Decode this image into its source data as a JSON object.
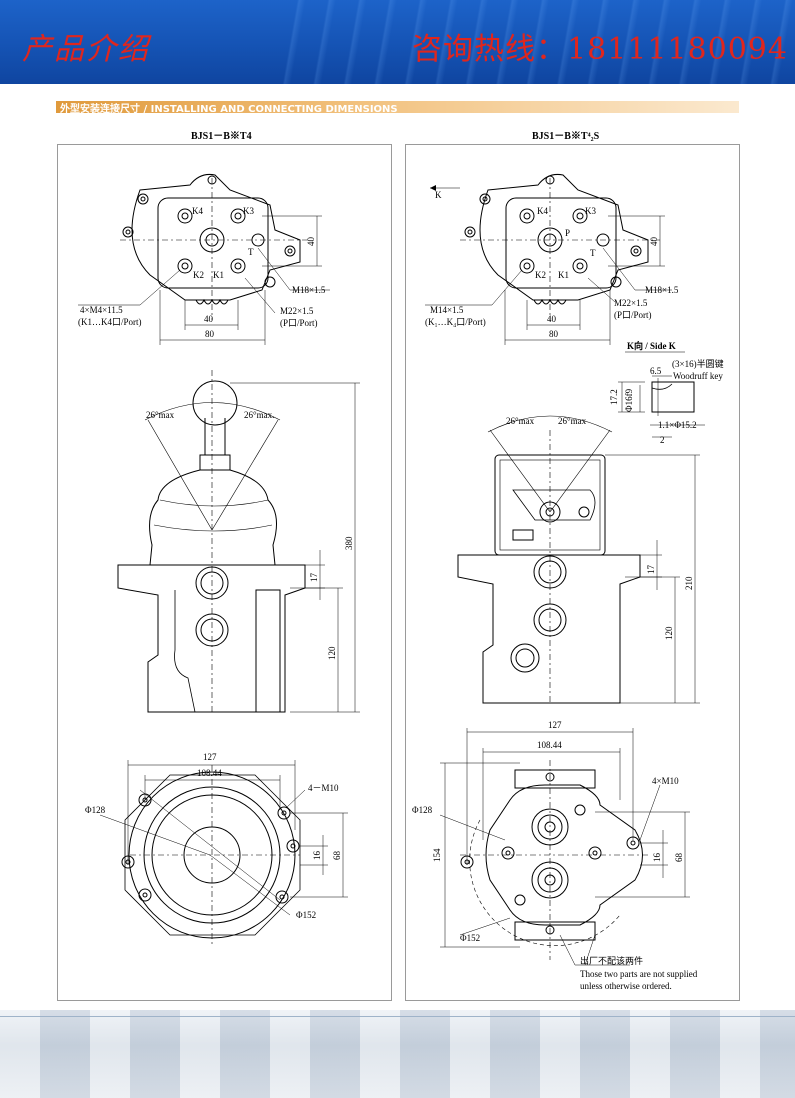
{
  "header": {
    "title_left": "产品介绍",
    "hotline": "咨询热线：18111180094"
  },
  "section": {
    "title_cn": "外型安装连接尺寸",
    "title_en": "/ INSTALLING  AND CONNECTING DIMENSIONS"
  },
  "left_panel": {
    "model": "BJS1－B※T4",
    "top_view": {
      "port_k4": "K4",
      "port_k3": "K3",
      "port_k2": "K2",
      "port_k1": "K1",
      "port_t": "T",
      "dim_40_v": "40",
      "dim_m18": "M18×1.5",
      "dim_m22": "M22×1.5",
      "dim_m22_sub": "(P口/Port)",
      "dim_m4": "4×M4×11.5",
      "dim_m4_sub": "(K1…K4口/Port)",
      "dim_40_h": "40",
      "dim_80": "80"
    },
    "side_view": {
      "angle_left": "26°max",
      "angle_right": "26°max.",
      "dim_380": "380",
      "dim_17": "17",
      "dim_120": "120"
    },
    "bottom_view": {
      "dim_127": "127",
      "dim_108": "108.44",
      "dim_m10": "4－M10",
      "dim_phi128": "Φ128",
      "dim_16": "16",
      "dim_68": "68",
      "dim_phi152": "Φ152"
    }
  },
  "right_panel": {
    "model": "BJS1－B※T⁴₂S",
    "top_view": {
      "arrow_k": "K",
      "port_k4": "K4",
      "port_k3": "K3",
      "port_k2": "K2",
      "port_k1": "K1",
      "port_p": "P",
      "port_t": "T",
      "dim_40_v": "40",
      "dim_m18": "M18×1.5",
      "dim_m22": "M22×1.5",
      "dim_m22_sub": "(P口/Port)",
      "dim_m14": "M14×1.5",
      "dim_m14_sub": "(K₁…K₄口/Port)",
      "dim_40_h": "40",
      "dim_80": "80"
    },
    "side_k": {
      "title": "K向 / Side K",
      "key_cn": "(3×16)半圆键",
      "key_en": "Woodruff key",
      "dim_65": "6.5",
      "dim_172": "17.2",
      "dim_phi16": "Φ16f9",
      "dim_chamfer": "1.1×Φ15.2",
      "dim_2": "2"
    },
    "side_view": {
      "angle_left": "26°max",
      "angle_right": "26°max",
      "dim_210": "210",
      "dim_17": "17",
      "dim_120": "120"
    },
    "bottom_view": {
      "dim_127": "127",
      "dim_108": "108.44",
      "dim_m10": "4×M10",
      "dim_phi128": "Φ128",
      "dim_154": "154",
      "dim_16": "16",
      "dim_68": "68",
      "dim_phi152": "Φ152",
      "note_cn": "出厂不配该两件",
      "note_en_1": "Those two parts are not supplied",
      "note_en_2": "unless otherwise ordered."
    }
  }
}
